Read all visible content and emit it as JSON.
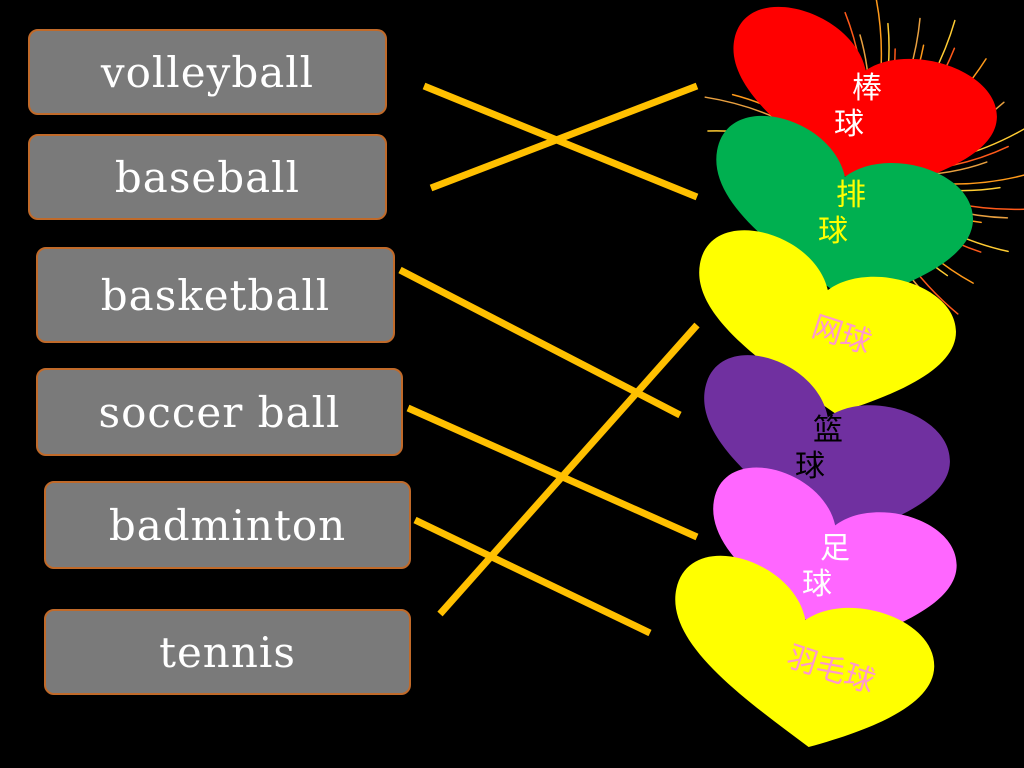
{
  "english_words": [
    {
      "id": "volleyball",
      "label": "volleyball"
    },
    {
      "id": "baseball",
      "label": "baseball"
    },
    {
      "id": "basketball",
      "label": "basketball"
    },
    {
      "id": "soccer",
      "label": "soccer ball"
    },
    {
      "id": "badminton",
      "label": "badminton"
    },
    {
      "id": "tennis",
      "label": "tennis"
    }
  ],
  "hearts": [
    {
      "id": "baseball",
      "label": "棒\n球",
      "color": "#ff0000",
      "text_color": "#ffffff"
    },
    {
      "id": "volleyball",
      "label": "排\n球",
      "color": "#00b050",
      "text_color": "#ffff00"
    },
    {
      "id": "tennis",
      "label": "网球",
      "color": "#ffff00",
      "text_color": "#ff99cc"
    },
    {
      "id": "basketball",
      "label": "篮\n球",
      "color": "#7030a0",
      "text_color": "#000000"
    },
    {
      "id": "soccer",
      "label": "足\n球",
      "color": "#ff66ff",
      "text_color": "#ffffff"
    },
    {
      "id": "badminton",
      "label": "羽毛球",
      "color": "#ffff00",
      "text_color": "#ff99cc"
    }
  ],
  "line_color": "#ffc000"
}
